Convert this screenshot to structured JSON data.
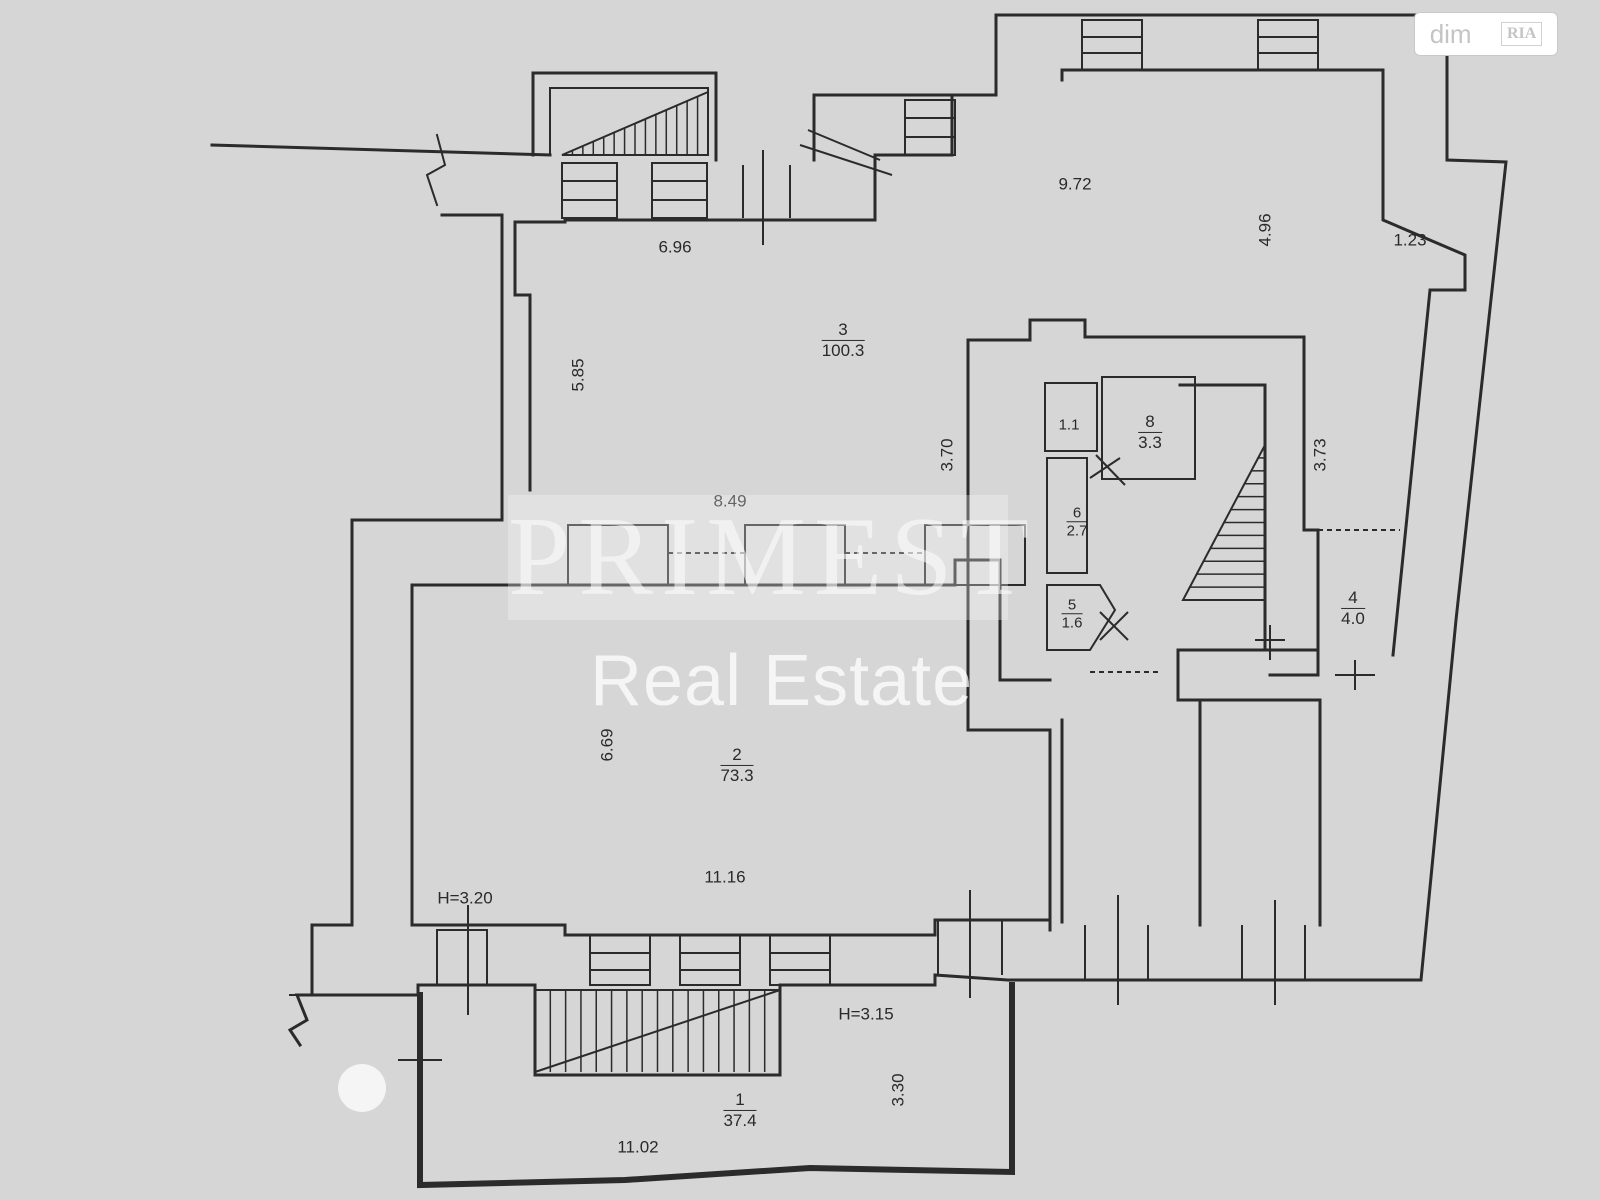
{
  "logo": {
    "dim": "dim",
    "ria": "RIA"
  },
  "watermark": {
    "top": "PRIMEST",
    "bottom": "Real Estate"
  },
  "rooms": [
    {
      "id": "room-1",
      "number": "1",
      "area": "37.4"
    },
    {
      "id": "room-2",
      "number": "2",
      "area": "73.3"
    },
    {
      "id": "room-3",
      "number": "3",
      "area": "100.3"
    },
    {
      "id": "room-4",
      "number": "4",
      "area": "4.0"
    },
    {
      "id": "room-5",
      "number": "5",
      "area": "1.6"
    },
    {
      "id": "room-6",
      "number": "6",
      "area": "2.7"
    },
    {
      "id": "room-7",
      "number": "",
      "area": "1.1"
    },
    {
      "id": "room-8",
      "number": "8",
      "area": "3.3"
    }
  ],
  "dimensions": {
    "d_9_72": "9.72",
    "d_4_96": "4.96",
    "d_1_23": "1.23",
    "d_6_96": "6.96",
    "d_5_85": "5.85",
    "d_3_70": "3.70",
    "d_3_73": "3.73",
    "d_8_49": "8.49",
    "d_6_69": "6.69",
    "d_11_16": "11.16",
    "d_3_30": "3.30",
    "d_11_02": "11.02"
  },
  "heights": {
    "h1": "H=3.20",
    "h2": "H=3.15"
  },
  "colors": {
    "background": "#d6d6d6",
    "line": "#2b2b2b"
  }
}
